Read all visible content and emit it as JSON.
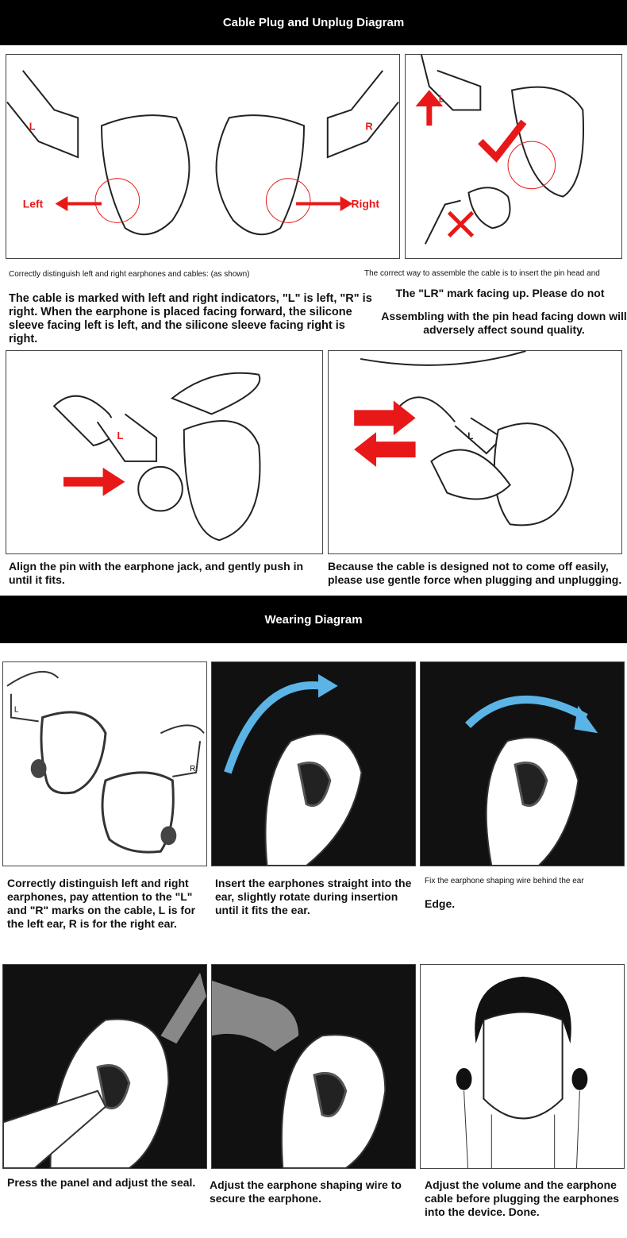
{
  "section1": {
    "title": "Cable Plug and Unplug Diagram",
    "panel1": {
      "left_label": "Left",
      "right_label": "Right",
      "l_mark": "L",
      "r_mark": "R"
    },
    "panel2": {
      "l_mark": "L"
    },
    "caption_left_small": "Correctly distinguish left and right earphones and cables: (as shown)",
    "caption_left": "The cable is marked with left and right indicators, \"L\" is left, \"R\" is right. When the earphone is placed facing forward, the silicone sleeve facing left is left, and the silicone sleeve facing right is right.",
    "caption_right_small": "The correct way to assemble the cable is to insert the pin head and",
    "caption_right_1": "The \"LR\" mark facing up. Please do not",
    "caption_right_2": "Assembling with the pin head facing down will adversely affect sound quality.",
    "panel3": {
      "l_mark": "L"
    },
    "panel4": {
      "l_mark": "L"
    },
    "caption_3": "Align the pin with the earphone jack, and gently push in until it fits.",
    "caption_4": "Because the cable is designed not to come off easily, please use gentle force when plugging and unplugging."
  },
  "section2": {
    "title": "Wearing Diagram",
    "panel1": {
      "l_mark": "L",
      "r_mark": "R"
    },
    "caption_1": "Correctly distinguish left and right earphones, pay attention to the \"L\" and \"R\" marks on the cable, L is for the left ear, R is for the right ear.",
    "caption_2": "Insert the earphones straight into the ear, slightly rotate during insertion until it fits the ear.",
    "caption_3_small": "Fix the earphone shaping wire behind the ear",
    "caption_3": "Edge.",
    "caption_4": "Press the panel and adjust the seal.",
    "caption_5": "Adjust the earphone shaping wire to secure the earphone.",
    "caption_6": "Adjust the volume and the earphone cable before plugging the earphones into the device. Done."
  },
  "colors": {
    "accent": "#e81818",
    "arrow_blue": "#5bb4e6"
  }
}
